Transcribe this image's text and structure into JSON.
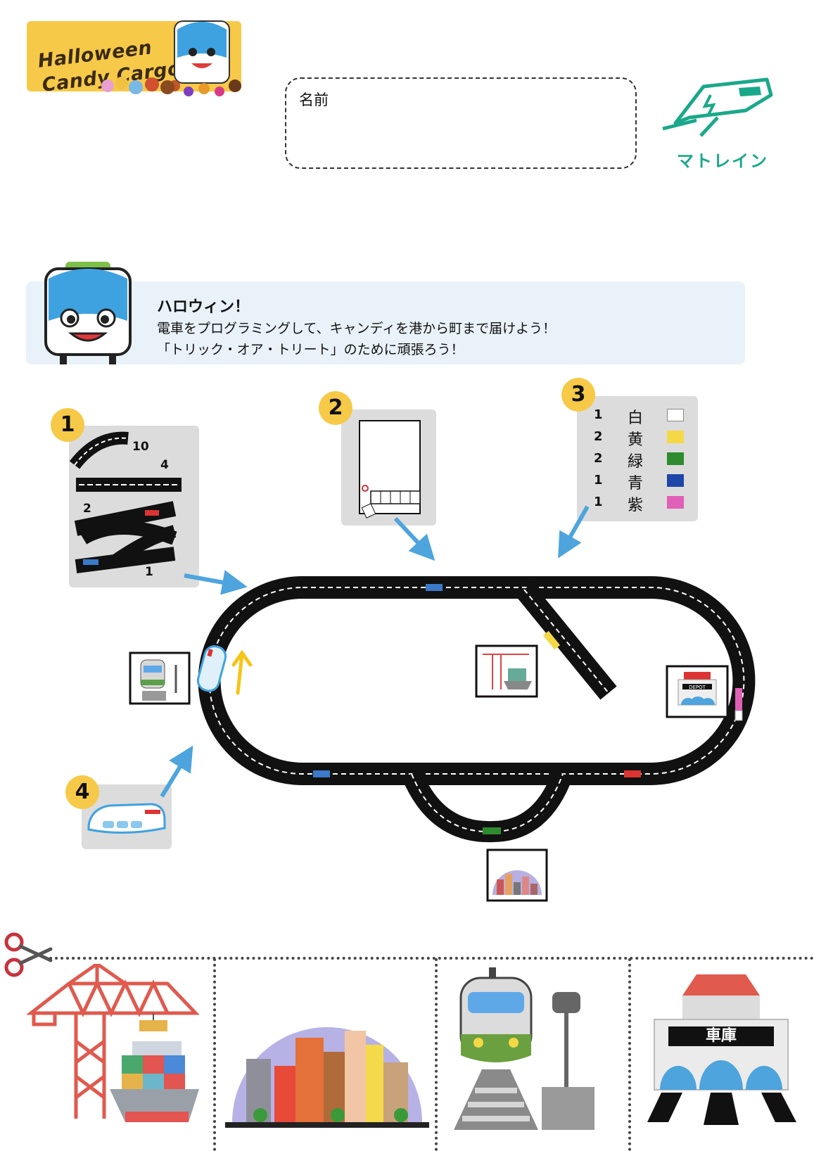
{
  "logo": {
    "line1": "Halloween",
    "line2": "Candy Cargo"
  },
  "name_box": {
    "label": "名前"
  },
  "brand": {
    "name": "マトレイン",
    "color": "#1aa88a"
  },
  "intro": {
    "title": "ハロウィン！",
    "line1": "電車をプログラミングして、キャンディを港から町まで届けよう！",
    "line2": "「トリック・オア・トリート」のために頑張ろう！"
  },
  "step1": {
    "badge": "1",
    "items": [
      {
        "count": "10",
        "icon": "curve-track-icon"
      },
      {
        "count": "4",
        "icon": "straight-track-icon"
      },
      {
        "count": "2",
        "icon": "switch-track-icon"
      },
      {
        "count": "1",
        "icon": "switch-track-icon"
      }
    ]
  },
  "step2": {
    "badge": "2",
    "icon": "paper-cut-icon"
  },
  "step3": {
    "badge": "3",
    "legend": [
      {
        "count": "1",
        "name": "白",
        "color": "#ffffff"
      },
      {
        "count": "2",
        "name": "黄",
        "color": "#f5d846"
      },
      {
        "count": "2",
        "name": "緑",
        "color": "#2e8b2e"
      },
      {
        "count": "1",
        "name": "青",
        "color": "#1e46a8"
      },
      {
        "count": "1",
        "name": "紫",
        "color": "#e060b8"
      }
    ]
  },
  "step4": {
    "badge": "4",
    "icon": "train-icon"
  },
  "cards": [
    {
      "name": "port",
      "icon": "crane-ship-icon"
    },
    {
      "name": "town",
      "icon": "city-icon"
    },
    {
      "name": "station",
      "icon": "station-train-icon"
    },
    {
      "name": "depot",
      "icon": "depot-icon",
      "label": "車庫"
    }
  ],
  "map_labels": {
    "depot_sign": "DEPOT"
  },
  "colors": {
    "badge": "#f7c948",
    "arrow": "#4ea4dc",
    "panel": "#dcdcdc",
    "intro_bg": "#e9f2f9"
  }
}
